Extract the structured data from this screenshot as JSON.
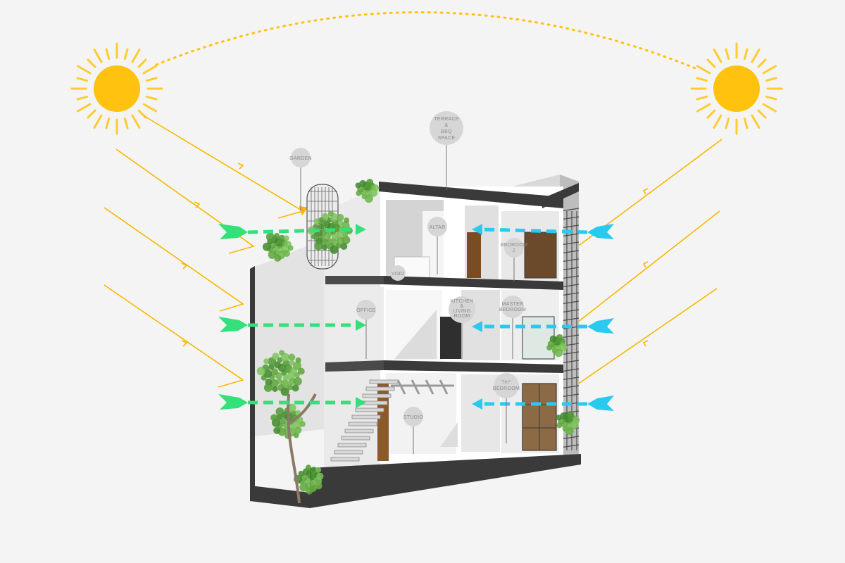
{
  "labels": {
    "garden": "GARDEN",
    "terrace": [
      "TERRACE",
      "&",
      "BBQ",
      "SPACE"
    ],
    "altar": "ALTAR",
    "void": "VOID",
    "bedroom2": [
      "BEDROOM",
      "2"
    ],
    "office": "OFFICE",
    "kitchen": [
      "KITCHEN",
      "&",
      "LIVING",
      "ROOM"
    ],
    "master": [
      "MASTER",
      "BEDROOM"
    ],
    "lei": [
      "\"lei\"",
      "BEDROOM"
    ],
    "studio": "STUDIO"
  },
  "colors": {
    "sun": "#ffc20e",
    "sun_ray": "#ffcb2e",
    "light_ray": "#f6b800",
    "wind_in": "#33e07a",
    "wind_out": "#29c9f0",
    "concrete": "#3a3a3a",
    "wall": "#ececec",
    "wood": "#8b5a2b",
    "plant": "#5da43a"
  },
  "icons": [
    "sun-icon",
    "plant-icon",
    "wind-arrow-icon",
    "sun-ray-arrow-icon"
  ]
}
